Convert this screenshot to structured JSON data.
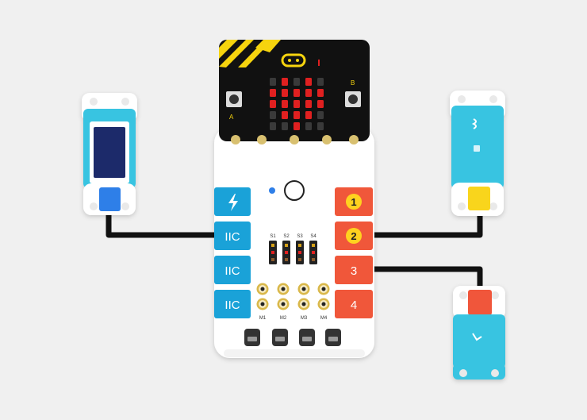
{
  "board": {
    "left_ports": [
      {
        "icon": "lightning-icon",
        "label": ""
      },
      {
        "label": "IIC"
      },
      {
        "label": "IIC"
      },
      {
        "label": "IIC"
      }
    ],
    "right_ports": [
      {
        "label": "1",
        "style": "circle"
      },
      {
        "label": "2",
        "style": "circle"
      },
      {
        "label": "3",
        "style": "plain"
      },
      {
        "label": "4",
        "style": "plain"
      }
    ],
    "servo_labels": [
      "S1",
      "S2",
      "S3",
      "S4"
    ],
    "motor_labels": [
      "M1",
      "M2",
      "M3",
      "M4"
    ]
  },
  "modules": {
    "left": {
      "name": "OLED display module"
    },
    "right_top": {
      "name": "button module"
    },
    "right_bottom": {
      "name": "sensor module"
    }
  },
  "colors": {
    "background": "#f0f0f0",
    "iic_port": "#1aa2d8",
    "num_port": "#f0573a",
    "number_circle": "#ffd21f",
    "module_body": "#38c4e1",
    "cable": "#111111",
    "led_on": "#e02020",
    "led_off": "#3a3a3a",
    "microbit": "#111111",
    "stripe_yellow": "#f6d40e"
  },
  "led_matrix": [
    [
      0,
      1,
      0,
      1,
      0
    ],
    [
      1,
      1,
      1,
      1,
      1
    ],
    [
      1,
      1,
      1,
      1,
      1
    ],
    [
      0,
      1,
      1,
      1,
      0
    ],
    [
      0,
      0,
      1,
      0,
      0
    ]
  ]
}
